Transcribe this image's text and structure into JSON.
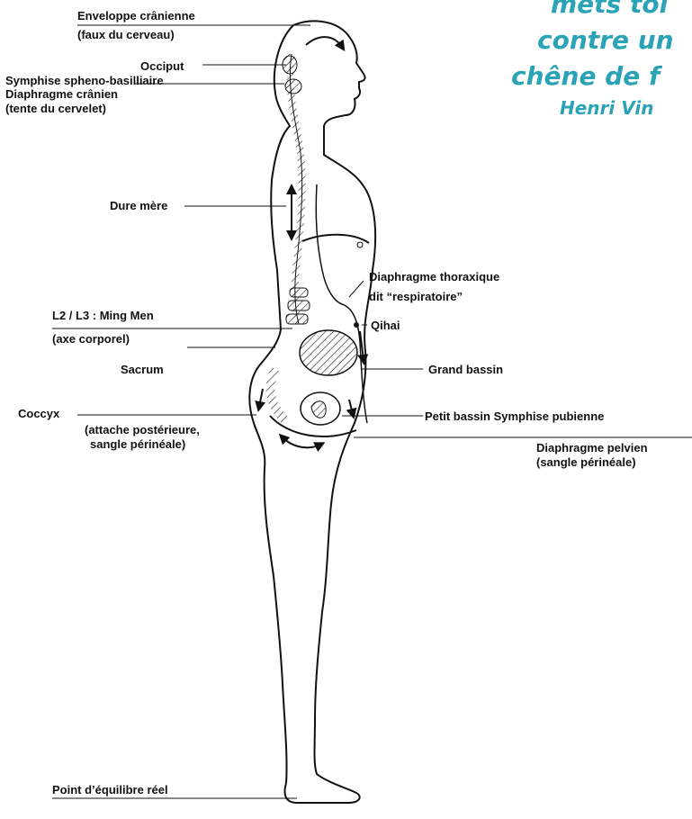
{
  "quote": {
    "lines": [
      "mets toi",
      "contre un",
      "chêne de f",
      "Henri Vin"
    ],
    "color": "#2aa3b6"
  },
  "labels": {
    "enveloppe": "Enveloppe crânienne",
    "faux": "(faux du cerveau)",
    "occiput": "Occiput",
    "symphise": "Symphise spheno-basilliaire",
    "diaphragme_cranien": "Diaphragme crânien",
    "tente": "(tente du cervelet)",
    "dure_mere": "Dure mère",
    "diaphragme_thoracique": "Diaphragme thoraxique",
    "respiratoire": "dit “respiratoire”",
    "ming_men": "L2 / L3 : Ming Men",
    "axe": "(axe corporel)",
    "qihai": "Qihai",
    "sacrum": "Sacrum",
    "grand_bassin": "Grand bassin",
    "coccyx": "Coccyx",
    "attache": "(attache postérieure,",
    "sangle": "sangle périnéale)",
    "petit_bassin": "Petit bassin Symphise pubienne",
    "diaphragme_pelvien": "Diaphragme pelvien",
    "sangle_perineale": "(sangle périnéale)",
    "equilibre": "Point d’équilibre réel"
  }
}
